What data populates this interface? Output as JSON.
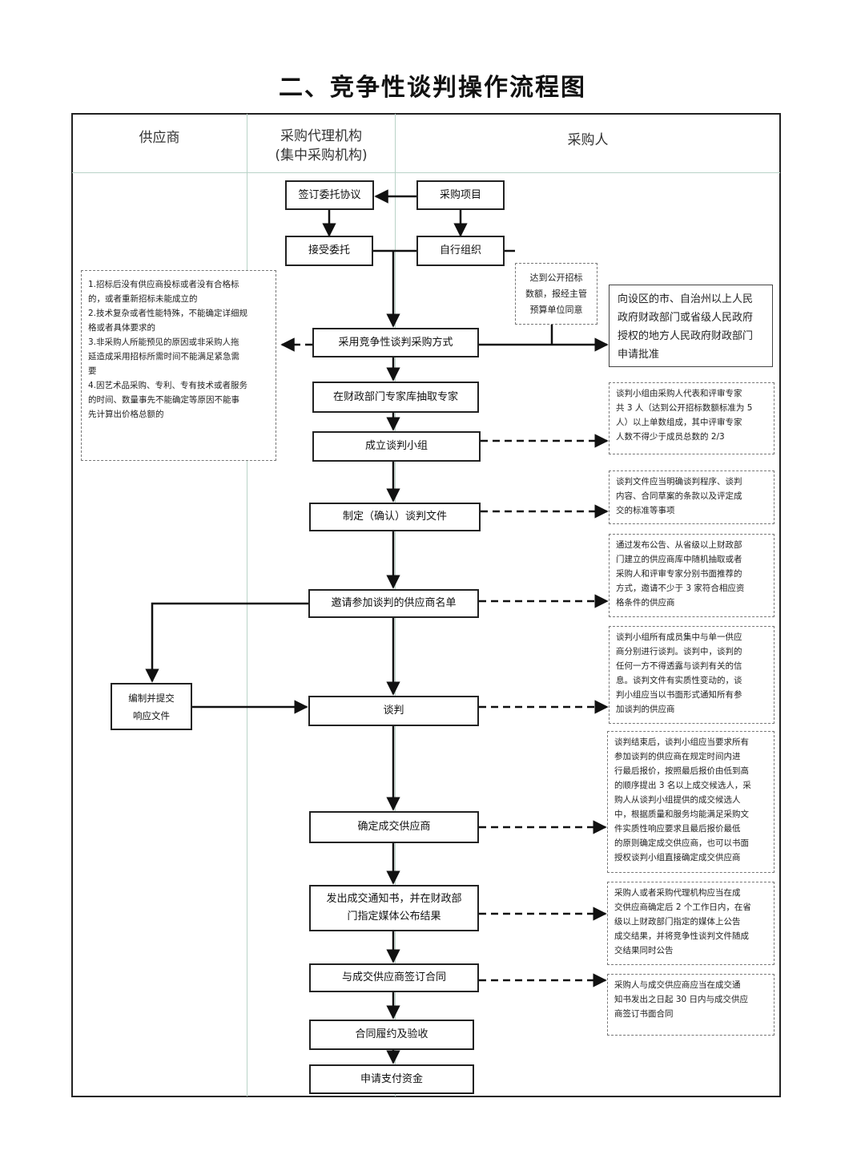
{
  "title": "二、竞争性谈判操作流程图",
  "lanes": {
    "supplier": "供应商",
    "agency": [
      "采购代理机构",
      "(集中采购机构)"
    ],
    "purchaser": "采购人"
  },
  "steps": {
    "sign_agreement": "签订委托协议",
    "procurement_project": "采购项目",
    "accept_entrust": "接受委托",
    "self_organize": "自行组织",
    "adopt_method": "采用竞争性谈判采购方式",
    "draw_experts": "在财政部门专家库抽取专家",
    "form_team": "成立谈判小组",
    "prepare_docs": "制定（确认）谈判文件",
    "invite_list": "邀请参加谈判的供应商名单",
    "compile_response": [
      "编制并提交",
      "响应文件"
    ],
    "negotiate": "谈判",
    "determine_supplier": "确定成交供应商",
    "issue_notice": [
      "发出成交通知书，并在财政部",
      "门指定媒体公布结果"
    ],
    "sign_contract": "与成交供应商签订合同",
    "perform_accept": "合同履约及验收",
    "apply_payment": "申请支付资金"
  },
  "notes": {
    "conditions": [
      "1.招标后没有供应商投标或者没有合格标",
      "的，或者重新招标未能成立的",
      "2.技术复杂或者性能特殊，不能确定详细规",
      "格或者具体要求的",
      "3.非采购人所能预见的原因或非采购人拖",
      "延造成采用招标所需时间不能满足紧急需",
      "要",
      "4.因艺术品采购、专利、专有技术或者服务",
      "的时间、数量事先不能确定等原因不能事",
      "先计算出价格总额的"
    ],
    "threshold": [
      "达到公开招标",
      "数额，报经主管",
      "预算单位同意"
    ],
    "apply_approval": [
      "向设区的市、自治州以上人民",
      "政府财政部门或省级人民政府",
      "授权的地方人民政府财政部门",
      "申请批准"
    ],
    "team_composition": [
      "谈判小组由采购人代表和评审专家",
      "共 3 人（达到公开招标数额标准为 5",
      "人）以上单数组成，其中评审专家",
      "人数不得少于成员总数的 2/3"
    ],
    "doc_content": [
      "谈判文件应当明确谈判程序、谈判",
      "内容、合同草案的条款以及评定成",
      "交的标准等事项"
    ],
    "supplier_selection": [
      "通过发布公告、从省级以上财政部",
      "门建立的供应商库中随机抽取或者",
      "采购人和评审专家分别书面推荐的",
      "方式，邀请不少于 3 家符合相应资",
      "格条件的供应商"
    ],
    "negotiation_rules": [
      "谈判小组所有成员集中与单一供应",
      "商分别进行谈判。谈判中，谈判的",
      "任何一方不得透露与谈判有关的信",
      "息。谈判文件有实质性变动的，谈",
      "判小组应当以书面形式通知所有参",
      "加谈判的供应商"
    ],
    "final_quote": [
      "谈判结束后，谈判小组应当要求所有",
      "参加谈判的供应商在规定时间内进",
      "行最后报价，按照最后报价由低到高",
      "的顺序提出 3 名以上成交候选人，采",
      "购人从谈判小组提供的成交候选人",
      "中，根据质量和服务均能满足采购文",
      "件实质性响应要求且最后报价最低",
      "的原则确定成交供应商，也可以书面",
      "授权谈判小组直接确定成交供应商"
    ],
    "announce": [
      "采购人或者采购代理机构应当在成",
      "交供应商确定后 2 个工作日内，在省",
      "级以上财政部门指定的媒体上公告",
      "成交结果，并将竞争性谈判文件随成",
      "交结果同时公告"
    ],
    "contract_deadline": [
      "采购人与成交供应商应当在成交通",
      "知书发出之日起 30 日内与成交供应",
      "商签订书面合同"
    ]
  }
}
